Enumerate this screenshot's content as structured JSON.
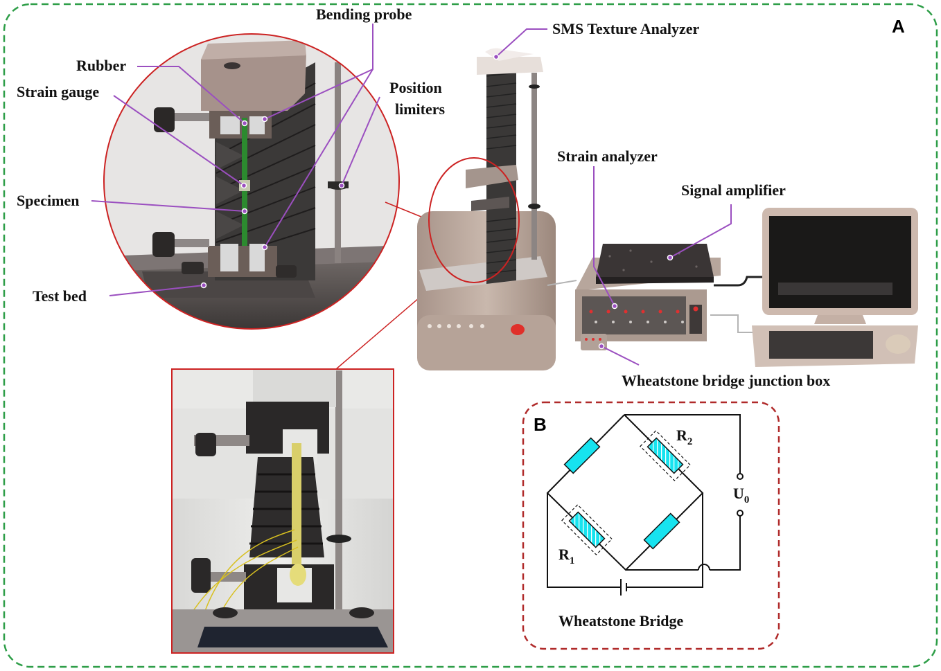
{
  "panels": {
    "a": "A",
    "b": "B"
  },
  "labels": {
    "bending_probe": "Bending probe",
    "rubber": "Rubber",
    "strain_gauge": "Strain gauge",
    "position_limiters_line1": "Position",
    "position_limiters_line2": "limiters",
    "specimen": "Specimen",
    "test_bed": "Test bed",
    "texture_analyzer": "SMS Texture Analyzer",
    "strain_analyzer": "Strain analyzer",
    "signal_amplifier": "Signal amplifier",
    "junction_box": "Wheatstone bridge junction box"
  },
  "bridge": {
    "title": "Wheatstone Bridge",
    "r1": "R",
    "r1_sub": "1",
    "r2": "R",
    "r2_sub": "2",
    "u0": "U",
    "u0_sub": "0"
  },
  "colors": {
    "outer_border": "#2e9e48",
    "inset_border": "#b02a2a",
    "leader": "#9b4fc0",
    "resistor": "#17e3ef",
    "instrument_body": "#b9a699",
    "bellows": "#2f2d2c"
  }
}
